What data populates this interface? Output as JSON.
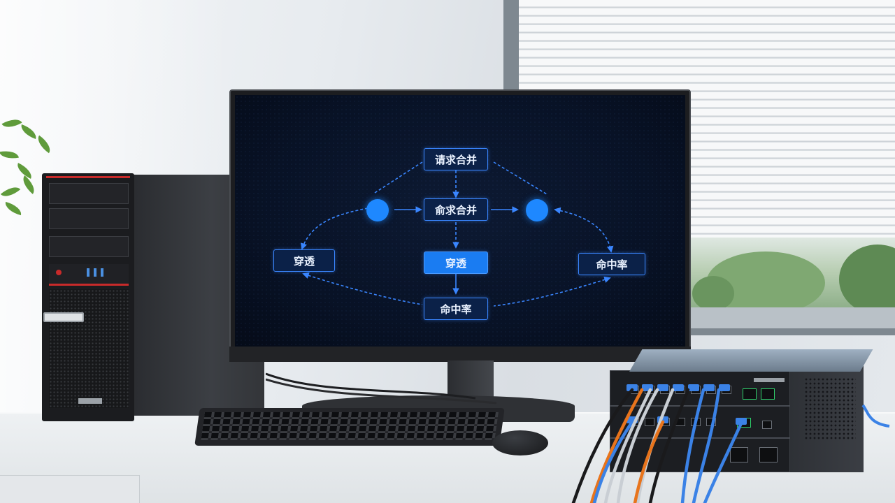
{
  "diagram": {
    "top_node": "请求合并",
    "middle_node": "俞求合并",
    "left_node": "穿透",
    "center_node": "穿透",
    "right_node": "命中率",
    "bottom_node": "命中率"
  },
  "colors": {
    "screen_bg": "#081226",
    "node_border": "#3a86ff",
    "node_fill": "#0b2148",
    "accent": "#1e88ff",
    "tower_accent": "#c82a2a",
    "cable_blue": "#3b82e6",
    "cable_orange": "#e8741c",
    "cable_gray": "#c9ced4",
    "cable_black": "#1a1a1c"
  },
  "icons": {
    "left_dot": "circle-node-icon",
    "right_dot": "circle-node-icon"
  }
}
